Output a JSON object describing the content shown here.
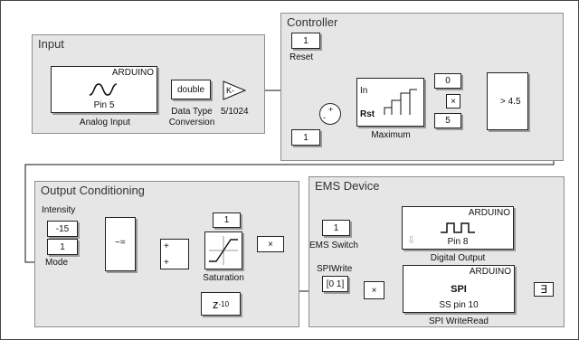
{
  "subsystems": {
    "input": "Input",
    "controller": "Controller",
    "output_conditioning": "Output Conditioning",
    "ems_device": "EMS Device"
  },
  "blocks": {
    "analog_input": {
      "vendor": "ARDUINO",
      "pin": "Pin 5",
      "name": "Analog Input"
    },
    "data_type": {
      "value": "double",
      "name_line1": "Data Type",
      "name_line2": "Conversion"
    },
    "gain": {
      "value": "K-",
      "name": "5/1024"
    },
    "reset_const": {
      "value": "1",
      "name": "Reset"
    },
    "const_one_bottom": {
      "value": "1"
    },
    "sum_signs": {
      "top": "+",
      "left": "-"
    },
    "maximum": {
      "in_port": "In",
      "rst_port": "Rst",
      "name": "Maximum"
    },
    "const_zero": {
      "value": "0"
    },
    "const_five": {
      "value": "5"
    },
    "product_symbol": "×",
    "switch_threshold": "> 4.5",
    "intensity": {
      "value": "-15",
      "name": "Intensity"
    },
    "mode": {
      "value": "1",
      "name": "Mode"
    },
    "mode_switch_symbol": "~=",
    "sum2_signs": {
      "top": "+",
      "bottom": "+"
    },
    "saturation": {
      "name": "Saturation"
    },
    "const_one_sat": {
      "value": "1"
    },
    "delay": {
      "base": "z",
      "exp": "-10"
    },
    "ems_switch": {
      "value": "1",
      "name": "EMS Switch"
    },
    "digital_output": {
      "vendor": "ARDUINO",
      "pin": "Pin 8",
      "name": "Digital Output"
    },
    "spi_write_const": {
      "value": "[0 1]",
      "name": "SPIWrite"
    },
    "spi": {
      "vendor": "ARDUINO",
      "label": "SPI",
      "pin": "SS pin 10",
      "name": "SPI WriteRead"
    },
    "terminator_symbol": "∃"
  }
}
